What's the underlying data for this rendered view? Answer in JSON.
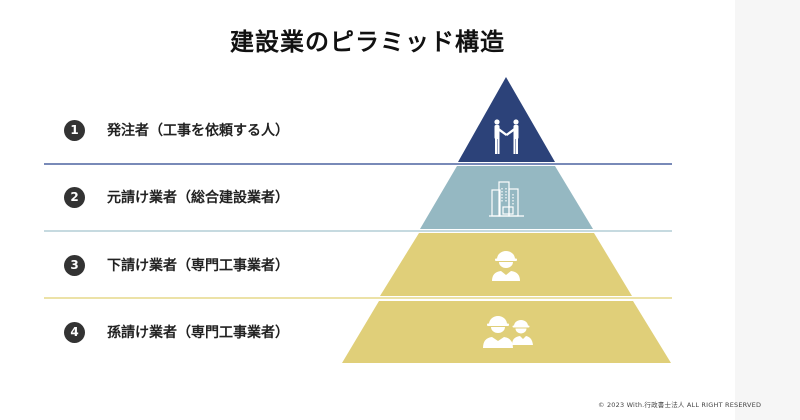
{
  "title": "建設業のピラミッド構造",
  "tiers": [
    {
      "number": "1",
      "label": "発注者（工事を依頼する人）",
      "icon": "handshake-icon",
      "color": "#2c4279",
      "line_color": "#4d64a0"
    },
    {
      "number": "2",
      "label": "元請け業者（総合建設業者）",
      "icon": "building-icon",
      "color": "#95b8c2",
      "line_color": "#b3cdd6"
    },
    {
      "number": "3",
      "label": "下請け業者（専門工事業者）",
      "icon": "construction-worker-icon",
      "color": "#e0cf79",
      "line_color": "#e6d88a"
    },
    {
      "number": "4",
      "label": "孫請け業者（専門工事業者）",
      "icon": "construction-workers-icon",
      "color": "#e0cf79"
    }
  ],
  "footer": "© 2023 With.行政書士法人 ALL RIGHT RESERVED"
}
